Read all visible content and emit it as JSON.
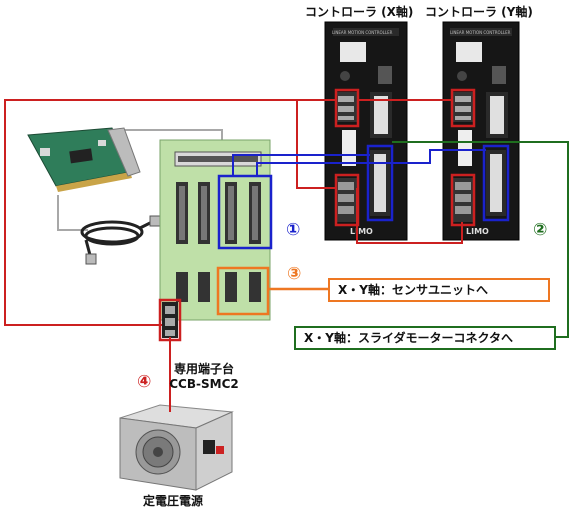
{
  "controllers": {
    "x_title": "コントローラ (X軸)",
    "y_title": "コントローラ (Y軸)",
    "panel_header": "LINEAR MOTION CONTROLLER",
    "brand": "LIMO"
  },
  "terminal_board": {
    "label_line1": "専用端子台",
    "label_line2": "CCB-SMC2"
  },
  "power_supply": {
    "label": "定電圧電源"
  },
  "callouts": {
    "sensor": "X・Y軸：センサユニットへ",
    "slider": "X・Y軸：スライダモーターコネクタへ"
  },
  "numbers": {
    "n1": "①",
    "n2": "②",
    "n3": "③",
    "n4": "④"
  },
  "colors": {
    "red": "#cc2020",
    "blue": "#1a22cc",
    "green": "#1f6e1f",
    "orange": "#ee7722",
    "gray_cable": "#a0a0a0",
    "board_green": "#bfe0a8"
  }
}
